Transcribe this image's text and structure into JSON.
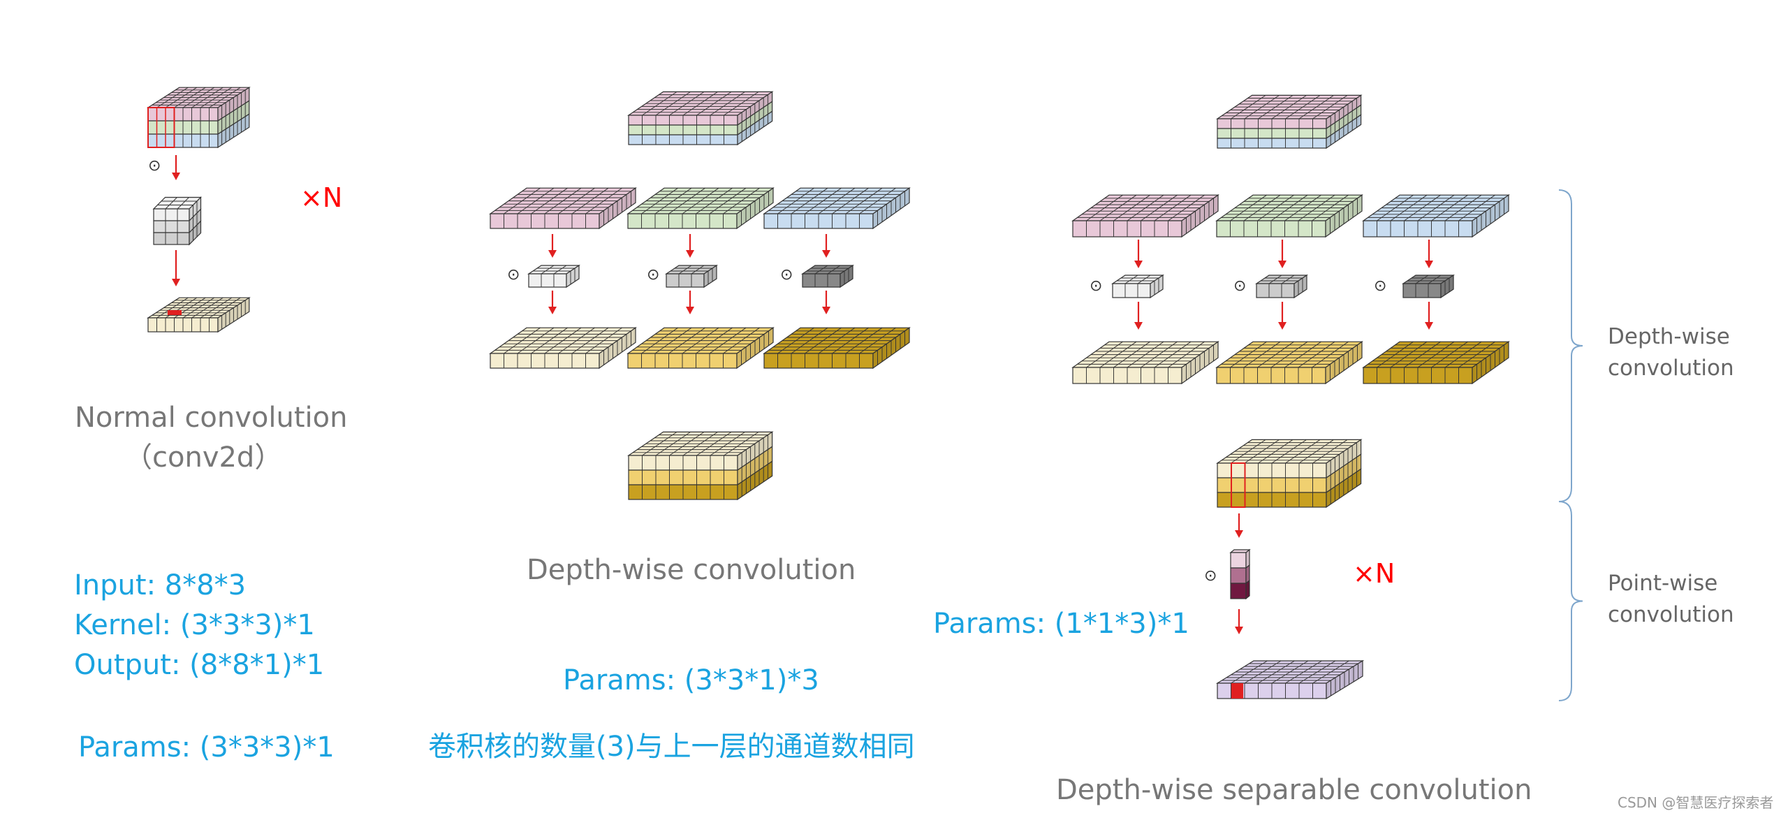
{
  "normal": {
    "caption_line1": "Normal convolution",
    "caption_line2": "（conv2d）",
    "times_n": "×N",
    "stats": [
      "Input: 8*8*3",
      "Kernel: (3*3*3)*1",
      "Output: (8*8*1)*1"
    ],
    "params": "Params: (3*3*3)*1"
  },
  "depthwise": {
    "caption": "Depth-wise convolution",
    "params": "Params: (3*3*1)*3",
    "note": "卷积核的数量(3)与上一层的通道数相同"
  },
  "separable": {
    "times_n": "×N",
    "params": "Params: (1*1*3)*1",
    "caption": "Depth-wise separable convolution",
    "bracket_depthwise": "Depth-wise\nconvolution",
    "bracket_pointwise": "Point-wise\nconvolution"
  },
  "operator_symbol": "⊙",
  "watermark": "CSDN @智慧医疗探索者",
  "colors": {
    "pink": "#e8c8d8",
    "green": "#d4e6c8",
    "blue": "#c8dcf0",
    "cream": "#f5edd0",
    "gold": "#f0d070",
    "darkgold": "#c8a020",
    "lavender": "#dcd0ec",
    "gray_light": "#f0f0f0",
    "gray_mid": "#cccccc",
    "gray_dark": "#888888",
    "arrow": "#e02020",
    "highlight": "#e02020",
    "text_blue": "#1aa3e0",
    "caption_gray": "#777777"
  }
}
